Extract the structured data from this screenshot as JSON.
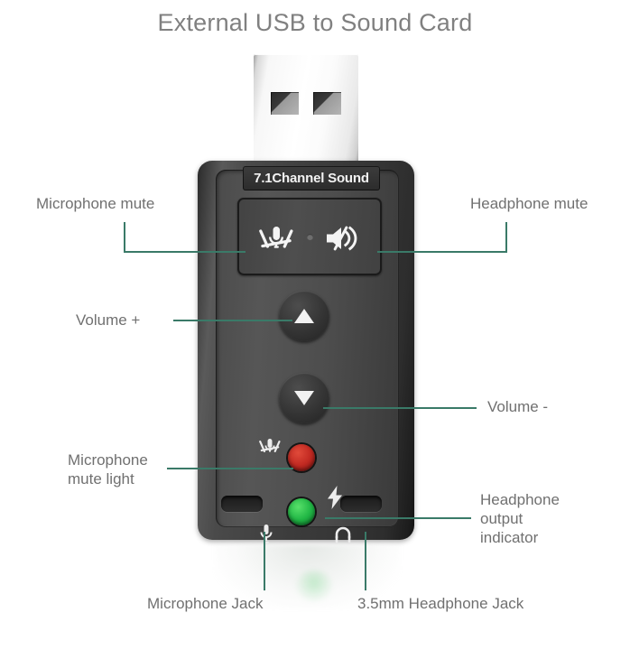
{
  "page": {
    "title": "External USB to Sound Card"
  },
  "device": {
    "brand_label": "7.1Channel Sound",
    "icons": {
      "mic_mute": "microphone-mute-icon",
      "speaker_mute": "speaker-mute-icon",
      "volume_up": "triangle-up-icon",
      "volume_down": "triangle-down-icon",
      "mic_mute_mark": "microphone-crossed-icon",
      "bolt_mark": "lightning-bolt-icon",
      "mic_jack_mark": "microphone-icon",
      "headphone_jack_mark": "headphone-icon",
      "usb_connector": "usb-plug-icon",
      "status_dot": "status-dot-icon"
    },
    "leds": {
      "mic_mute_color": "#c22a22",
      "headphone_output_color": "#22b846"
    }
  },
  "colors": {
    "leader_line": "#3a7a68",
    "label_text": "#707070",
    "title_text": "#808080",
    "background": "#ffffff"
  },
  "callouts": [
    {
      "id": "microphone-mute",
      "label": "Microphone mute"
    },
    {
      "id": "headphone-mute",
      "label": "Headphone mute"
    },
    {
      "id": "volume-up",
      "label": "Volume +"
    },
    {
      "id": "volume-down",
      "label": "Volume -"
    },
    {
      "id": "microphone-mute-light",
      "label": "Microphone\nmute light"
    },
    {
      "id": "headphone-output-indicator",
      "label": "Headphone\noutput\nindicator"
    },
    {
      "id": "microphone-jack",
      "label": "Microphone Jack"
    },
    {
      "id": "headphone-jack",
      "label": "3.5mm Headphone Jack"
    }
  ]
}
